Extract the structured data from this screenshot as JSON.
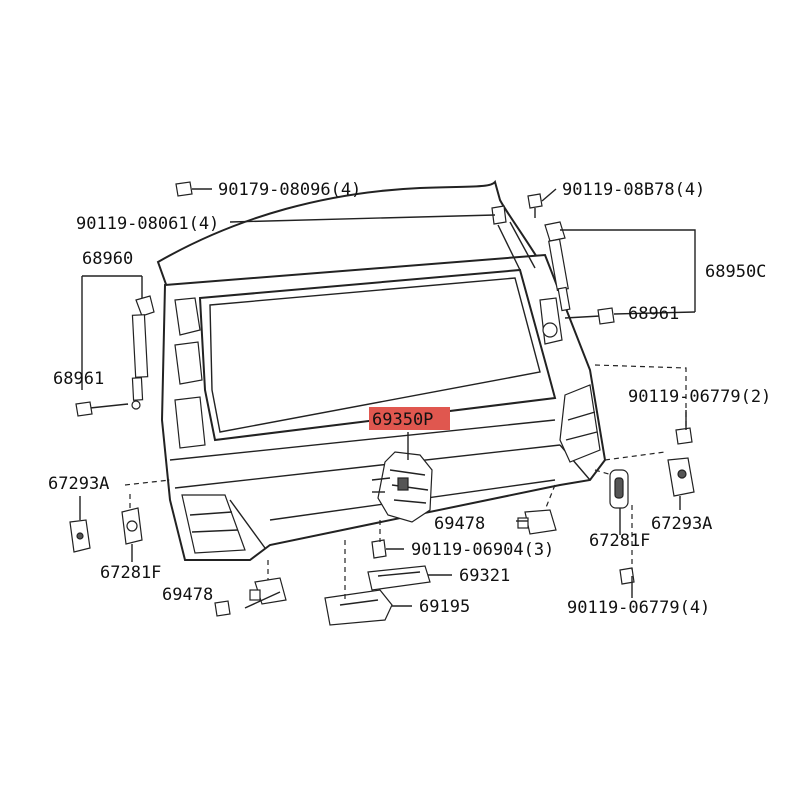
{
  "diagram": {
    "labels": {
      "p90179_08096": "90179-08096(4)",
      "p90119_08b78": "90119-08B78(4)",
      "p90119_08061": "90119-08061(4)",
      "p68960": "68960",
      "p68950c": "68950C",
      "p68961_right": "68961",
      "p68961_left": "68961",
      "p90119_06779_2": "90119-06779(2)",
      "p69350p": "69350P",
      "p67293a_left": "67293A",
      "p67293a_right": "67293A",
      "p69478_right": "69478",
      "p67281f_right": "67281F",
      "p90119_06904": "90119-06904(3)",
      "p67281f_left": "67281F",
      "p69321": "69321",
      "p69478_left": "69478",
      "p69195": "69195",
      "p90119_06779_4": "90119-06779(4)"
    },
    "highlight_color": "#e0574f"
  }
}
